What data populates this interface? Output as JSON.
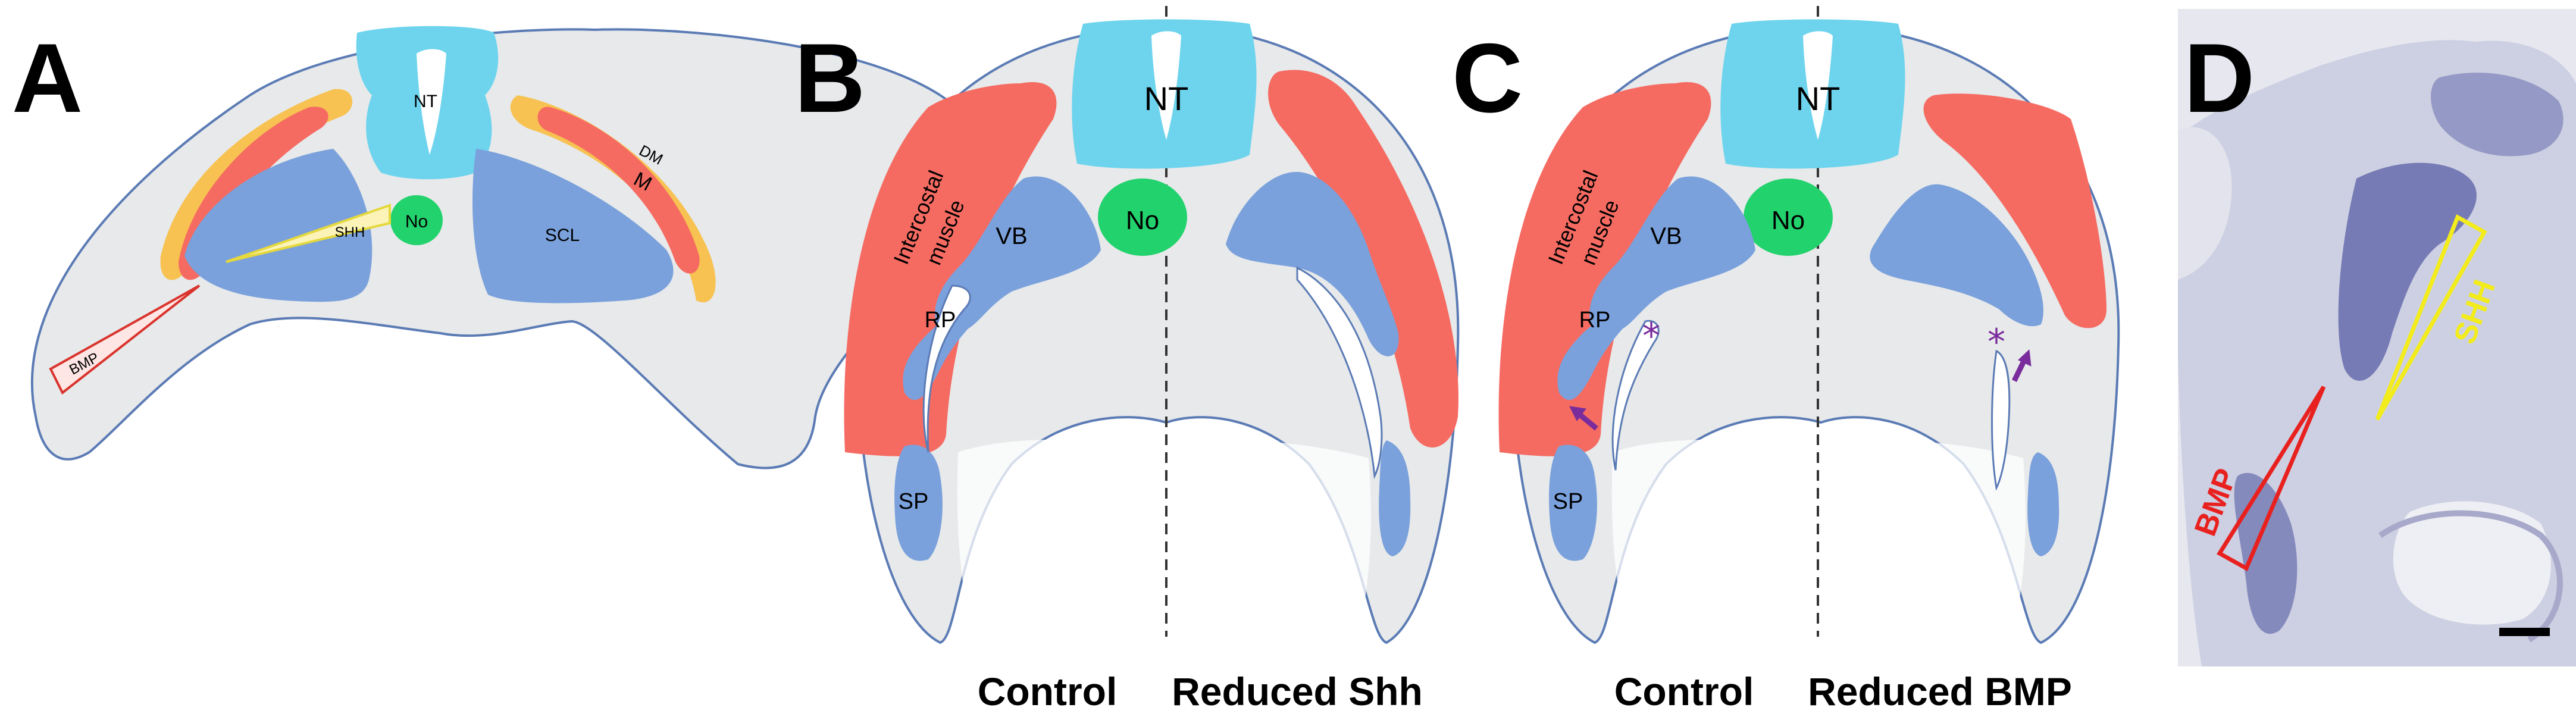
{
  "panels": {
    "a": {
      "letter": "A",
      "labels": {
        "nt": "NT",
        "no": "No",
        "scl": "SCL",
        "shh": "SHH",
        "bmp": "BMP",
        "dm": "DM",
        "m": "M"
      }
    },
    "b": {
      "letter": "B",
      "labels": {
        "nt": "NT",
        "no": "No",
        "muscle_line1": "Intercostal",
        "muscle_line2": "muscle",
        "vb": "VB",
        "rp": "RP",
        "sp": "SP"
      },
      "captions": {
        "left": "Control",
        "right": "Reduced Shh"
      }
    },
    "c": {
      "letter": "C",
      "labels": {
        "nt": "NT",
        "no": "No",
        "muscle_line1": "Intercostal",
        "muscle_line2": "muscle",
        "vb": "VB",
        "rp": "RP",
        "sp": "SP",
        "asterisk": "*"
      },
      "captions": {
        "left": "Control",
        "right": "Reduced BMP"
      }
    },
    "d": {
      "letter": "D",
      "labels": {
        "bmp": "BMP",
        "shh": "SHH"
      }
    }
  },
  "colors": {
    "neural_tube": "#6ed4ee",
    "notochord": "#22d26d",
    "sclerotome": "#7aa1dc",
    "muscle": "#f56b62",
    "dermomyotome": "#f7c251",
    "bmp_gradient": "#e8211f",
    "shh_gradient": "#f3ec1c",
    "arrows": "#7a2b9c",
    "tissue": "#e7e9ea",
    "outline": "#5b7bb5"
  },
  "icons": {
    "arrow": "up-right-arrow-icon",
    "asterisk": "asterisk-icon",
    "scale": "scale-bar-icon"
  }
}
